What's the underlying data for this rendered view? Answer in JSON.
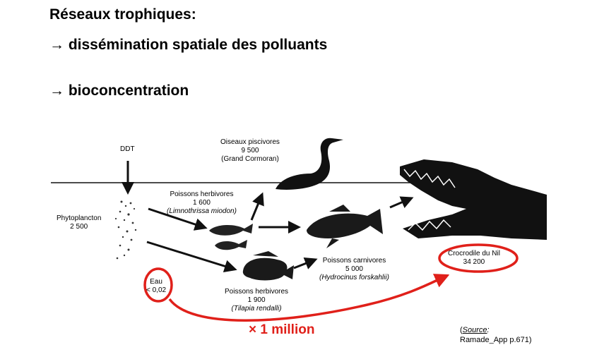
{
  "headings": {
    "title": "Réseaux trophiques:",
    "point1_arrow": "→",
    "point1": "dissémination spatiale des polluants",
    "point2_arrow": "→",
    "point2": "bioconcentration"
  },
  "diagram": {
    "ddt": "DDT",
    "phytoplancton": {
      "name": "Phytoplancton",
      "value": "2 500"
    },
    "oiseaux": {
      "name": "Oiseaux piscivores",
      "value": "9 500",
      "species": "(Grand Cormoran)"
    },
    "herbivores_1": {
      "name": "Poissons herbivores",
      "value": "1 600",
      "species": "(Limnothrissa miodon)"
    },
    "herbivores_2": {
      "name": "Poissons herbivores",
      "value": "1 900",
      "species": "(Tilapia rendalli)"
    },
    "carnivores": {
      "name": "Poissons carnivores",
      "value": "5 000",
      "species": "(Hydrocinus forskahlii)"
    },
    "crocodile": {
      "name": "Crocrodile du Nil",
      "value": "34 200"
    },
    "eau": {
      "name": "Eau",
      "value": "< 0,02"
    },
    "multiplier": "× 1 million"
  },
  "source": {
    "label": "Source",
    "prefix": "(",
    "suffix": ":",
    "ref": "Ramade_App p.671)"
  },
  "colors": {
    "highlight": "#e0201a",
    "ink": "#000000"
  }
}
